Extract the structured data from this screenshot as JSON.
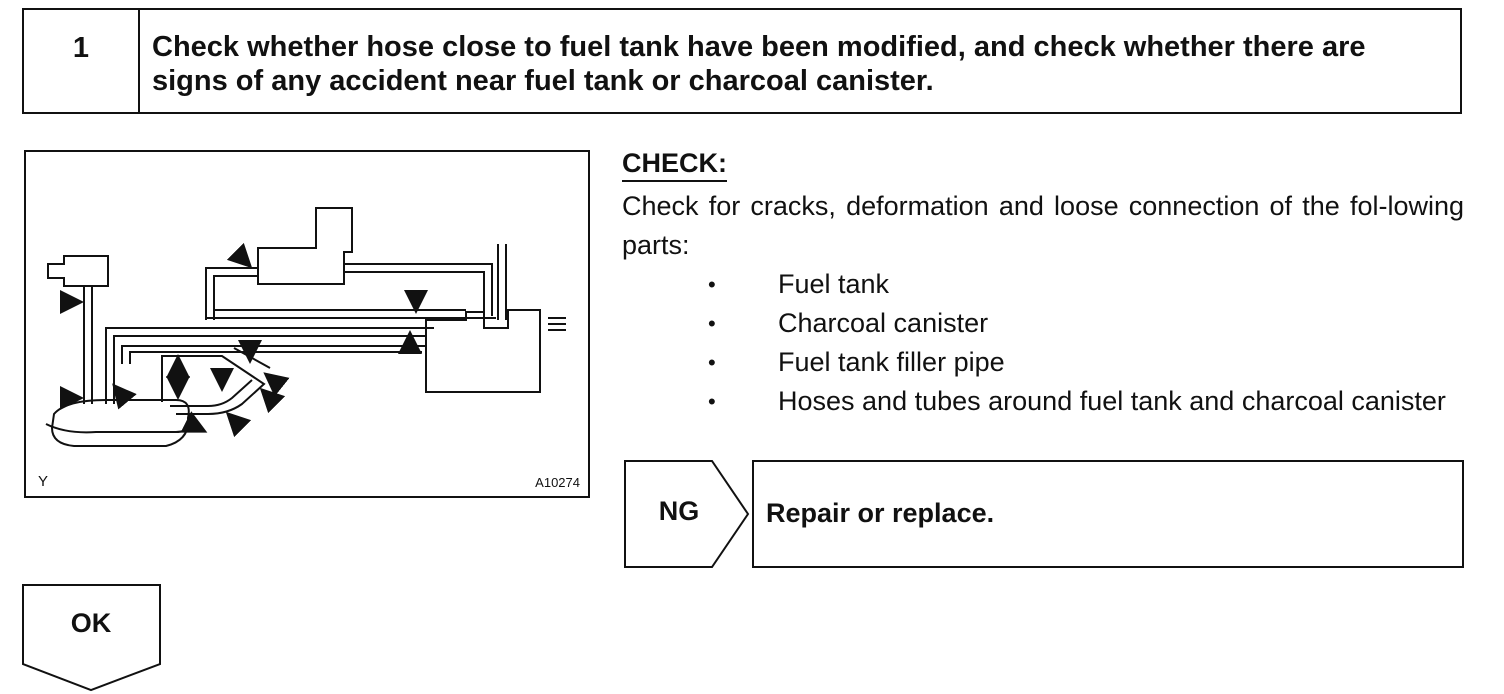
{
  "step": {
    "number": "1",
    "title": "Check whether hose close to fuel tank have been modified, and check whether there are signs of any accident near fuel tank or charcoal canister."
  },
  "figure": {
    "corner_label": "Y",
    "code": "A10274"
  },
  "check": {
    "heading": "CHECK:",
    "description": "Check for cracks, deformation and loose connection of the fol-lowing parts:",
    "items": [
      "Fuel tank",
      "Charcoal canister",
      "Fuel tank filler pipe",
      "Hoses and tubes around fuel tank and charcoal canister"
    ]
  },
  "ng": {
    "label": "NG",
    "action": "Repair or replace."
  },
  "ok": {
    "label": "OK"
  }
}
